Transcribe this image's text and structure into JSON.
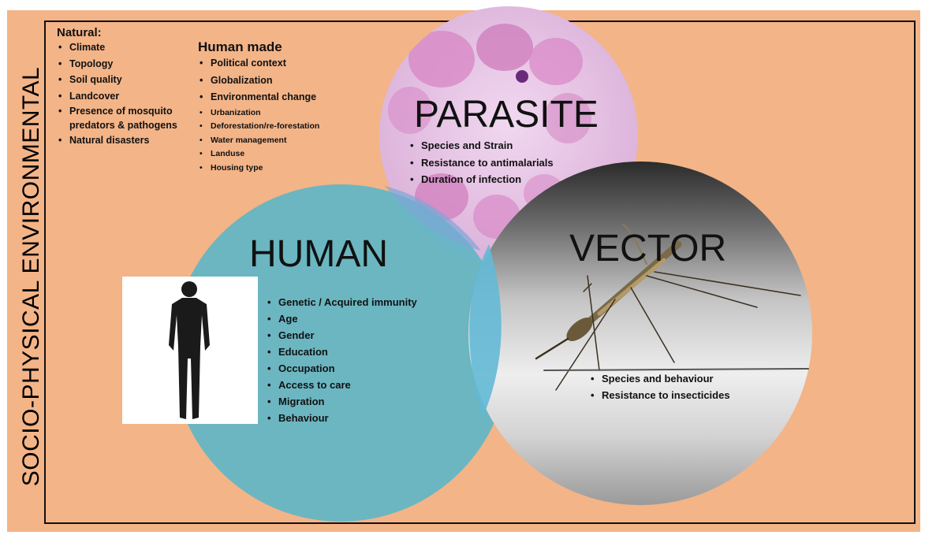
{
  "side_title": "SOCIO-PHYSICAL ENVIRONMENTAL",
  "natural": {
    "heading": "Natural:",
    "items": [
      "Climate",
      "Topology",
      "Soil quality",
      "Landcover",
      "Presence of mosquito predators & pathogens",
      "Natural disasters"
    ]
  },
  "human_made": {
    "heading": "Human made",
    "items": [
      "Political context",
      "Globalization",
      "Environmental change"
    ],
    "sub_items": [
      "Urbanization",
      "Deforestation/re-forestation",
      "Water management",
      "Landuse",
      "Housing type"
    ]
  },
  "parasite": {
    "title": "PARASITE",
    "items": [
      "Species and Strain",
      "Resistance to antimalarials",
      "Duration of infection"
    ]
  },
  "human": {
    "title": "HUMAN",
    "items": [
      "Genetic / Acquired immunity",
      "Age",
      "Gender",
      "Education",
      "Occupation",
      "Access to care",
      "Migration",
      "Behaviour"
    ]
  },
  "vector": {
    "title": "VECTOR",
    "items": [
      "Species and behaviour",
      "Resistance to insecticides"
    ]
  },
  "colors": {
    "background": "#f3b488",
    "human_circle": "#5fb6c6",
    "parasite_circle": "#e8c3e6",
    "vector_circle": "#b5b5b5"
  }
}
